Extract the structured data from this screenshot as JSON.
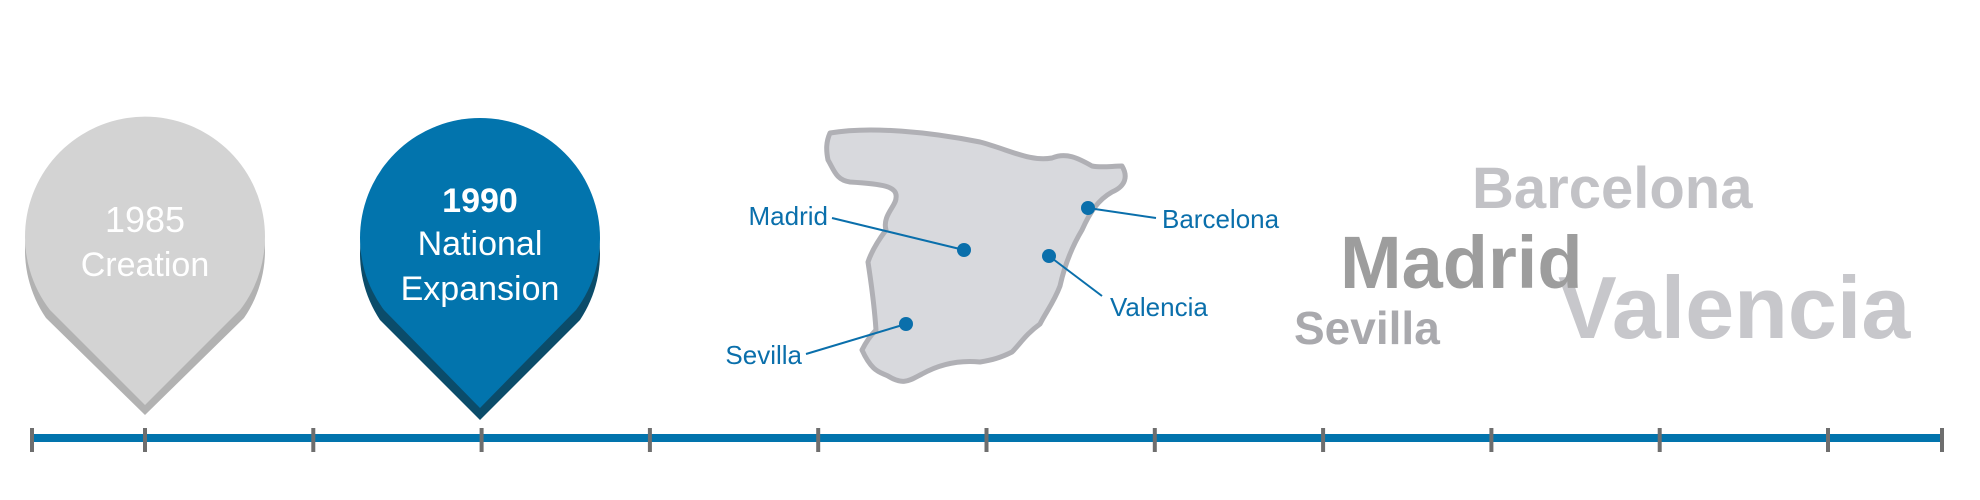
{
  "colors": {
    "blue": "#0274ad",
    "blue_dark": "#0b4c6a",
    "gray_pin": "#d3d3d3",
    "gray_pin_shadow": "#b2b2b2",
    "map_fill": "#d8d9dd",
    "map_stroke": "#b0b0b5",
    "city_label": "#0a6fab",
    "tick": "#6e6e6e",
    "word_light": "#c2c2c6",
    "word_mid": "#a9a9ad",
    "word_dark": "#9d9d9d"
  },
  "pins": [
    {
      "year": "1985",
      "line1": "Creation",
      "line2": "",
      "style": "gray"
    },
    {
      "year": "1990",
      "line1": "National",
      "line2": "Expansion",
      "style": "blue"
    }
  ],
  "map": {
    "cities": [
      {
        "name": "Madrid"
      },
      {
        "name": "Barcelona"
      },
      {
        "name": "Valencia"
      },
      {
        "name": "Sevilla"
      }
    ]
  },
  "word_cloud": [
    {
      "text": "Barcelona"
    },
    {
      "text": "Madrid"
    },
    {
      "text": "Sevilla"
    },
    {
      "text": "Valencia"
    }
  ],
  "timeline": {
    "tick_count": 12
  }
}
